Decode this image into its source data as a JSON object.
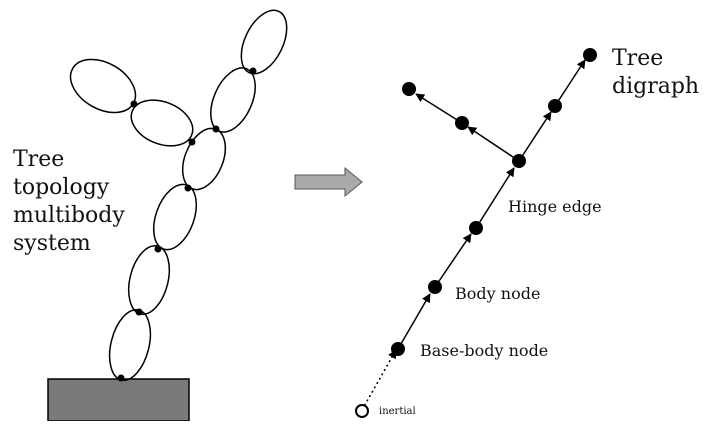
{
  "left_label": {
    "line1": "Tree",
    "line2": "topology",
    "line3": "multibody",
    "line4": "system"
  },
  "right_label": {
    "line1": "Tree",
    "line2": "digraph"
  },
  "annotations": {
    "hinge_edge": "Hinge edge",
    "body_node": "Body node",
    "base_body_node": "Base-body node",
    "inertial": "inertial"
  },
  "colors": {
    "ink": "#000000",
    "ground": "#7a7a7a",
    "arrow_fill": "#a9a9a9",
    "arrow_stroke": "#555555"
  }
}
